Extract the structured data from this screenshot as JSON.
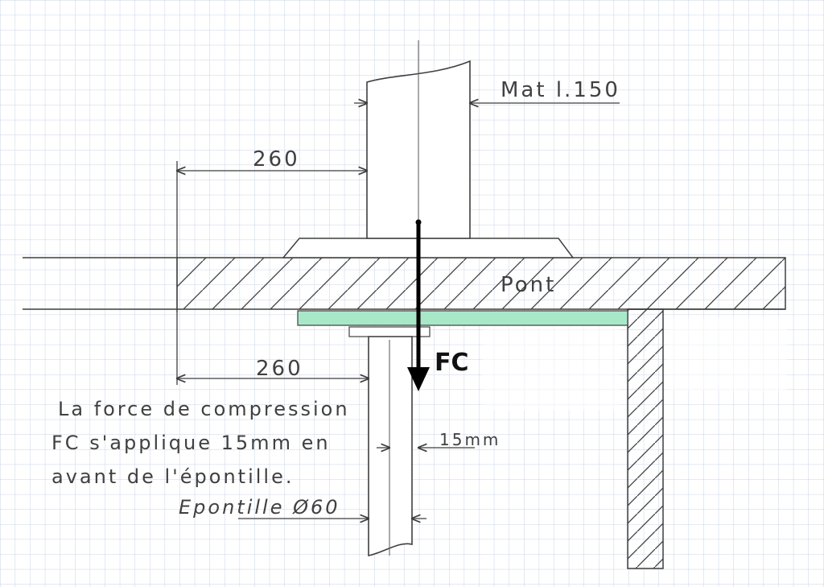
{
  "labels": {
    "mast": "Mat l.150",
    "dim_upper": "260",
    "deck": "Pont",
    "dim_lower": "260",
    "force": "FC",
    "offset": "15mm",
    "pillar": "Epontille Ø60",
    "note_line1": "La force de compression",
    "note_line2": "FC s'applique 15mm en",
    "note_line3": "avant de l'épontille."
  },
  "colors": {
    "paper": "#ffffff",
    "grid": "#c9d3e6",
    "ink": "#3f3f3f",
    "arrow": "#000000",
    "plate": "#a8e8c8"
  }
}
